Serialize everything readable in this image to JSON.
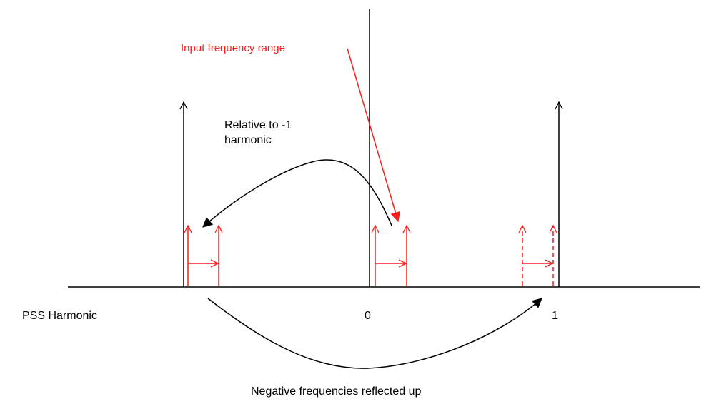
{
  "colors": {
    "black": "#000000",
    "red": "#ff1a1a",
    "background": "#ffffff"
  },
  "labels": {
    "input_frequency_range": "Input frequency range",
    "relative_line1": "Relative to -1",
    "relative_line2": "harmonic",
    "pss_harmonic": "PSS Harmonic",
    "harmonic_0": "0",
    "harmonic_1": "1",
    "negative_reflected": "Negative frequencies reflected up"
  }
}
